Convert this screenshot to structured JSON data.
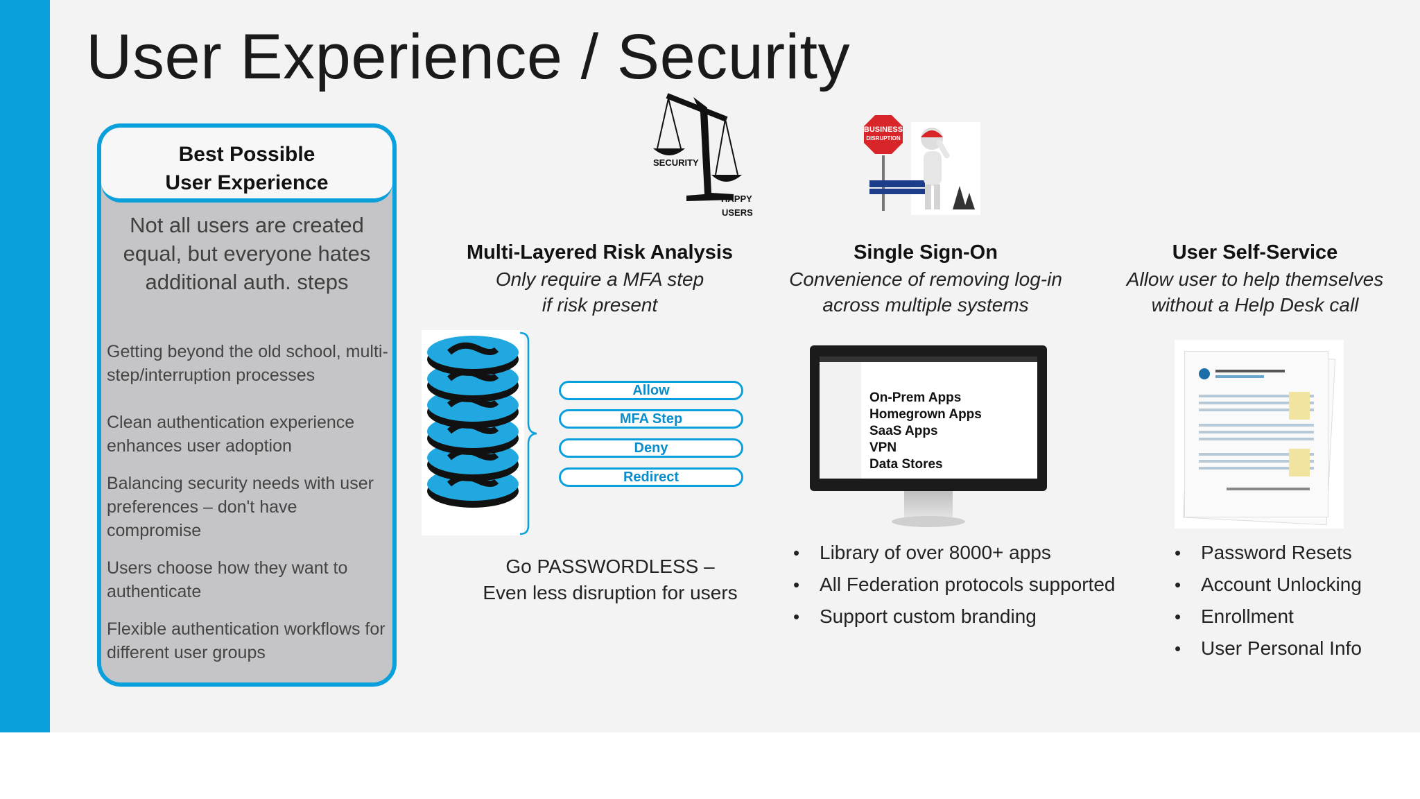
{
  "slide": {
    "title": "User Experience / Security",
    "accent_color": "#0aa0dc"
  },
  "panel": {
    "heading_line1": "Best Possible",
    "heading_line2": "User Experience",
    "lead": "Not all users are created equal, but everyone hates additional auth. steps",
    "items": [
      "Getting beyond the old school, multi-step/interruption processes",
      "Clean authentication experience enhances user adoption",
      "Balancing security needs with user preferences – don't have compromise",
      "Users choose how they want to authenticate",
      "Flexible authentication workflows for different user groups"
    ]
  },
  "scale_image": {
    "label_left": "SECURITY",
    "label_right_1": "HAPPY",
    "label_right_2": "USERS"
  },
  "stop_sign": {
    "line1": "BUSINESS",
    "line2": "DISRUPTION"
  },
  "risk": {
    "title": "Multi-Layered Risk Analysis",
    "sub1": "Only require a MFA step",
    "sub2": "if risk present",
    "outcomes": [
      "Allow",
      "MFA Step",
      "Deny",
      "Redirect"
    ],
    "footer1": "Go PASSWORDLESS –",
    "footer2": "Even less disruption for users"
  },
  "sso": {
    "title": "Single Sign-On",
    "sub1": "Convenience of removing log-in",
    "sub2": "across multiple systems",
    "screen_items": [
      "On-Prem Apps",
      "Homegrown Apps",
      "SaaS Apps",
      "VPN",
      "Data Stores"
    ],
    "bullets": [
      "Library of over 8000+ apps",
      "All Federation protocols supported",
      "Support custom branding"
    ]
  },
  "self_service": {
    "title": "User Self-Service",
    "sub1": "Allow user to help themselves",
    "sub2": "without a Help Desk call",
    "bullets": [
      "Password Resets",
      "Account Unlocking",
      "Enrollment",
      "User Personal Info"
    ]
  }
}
